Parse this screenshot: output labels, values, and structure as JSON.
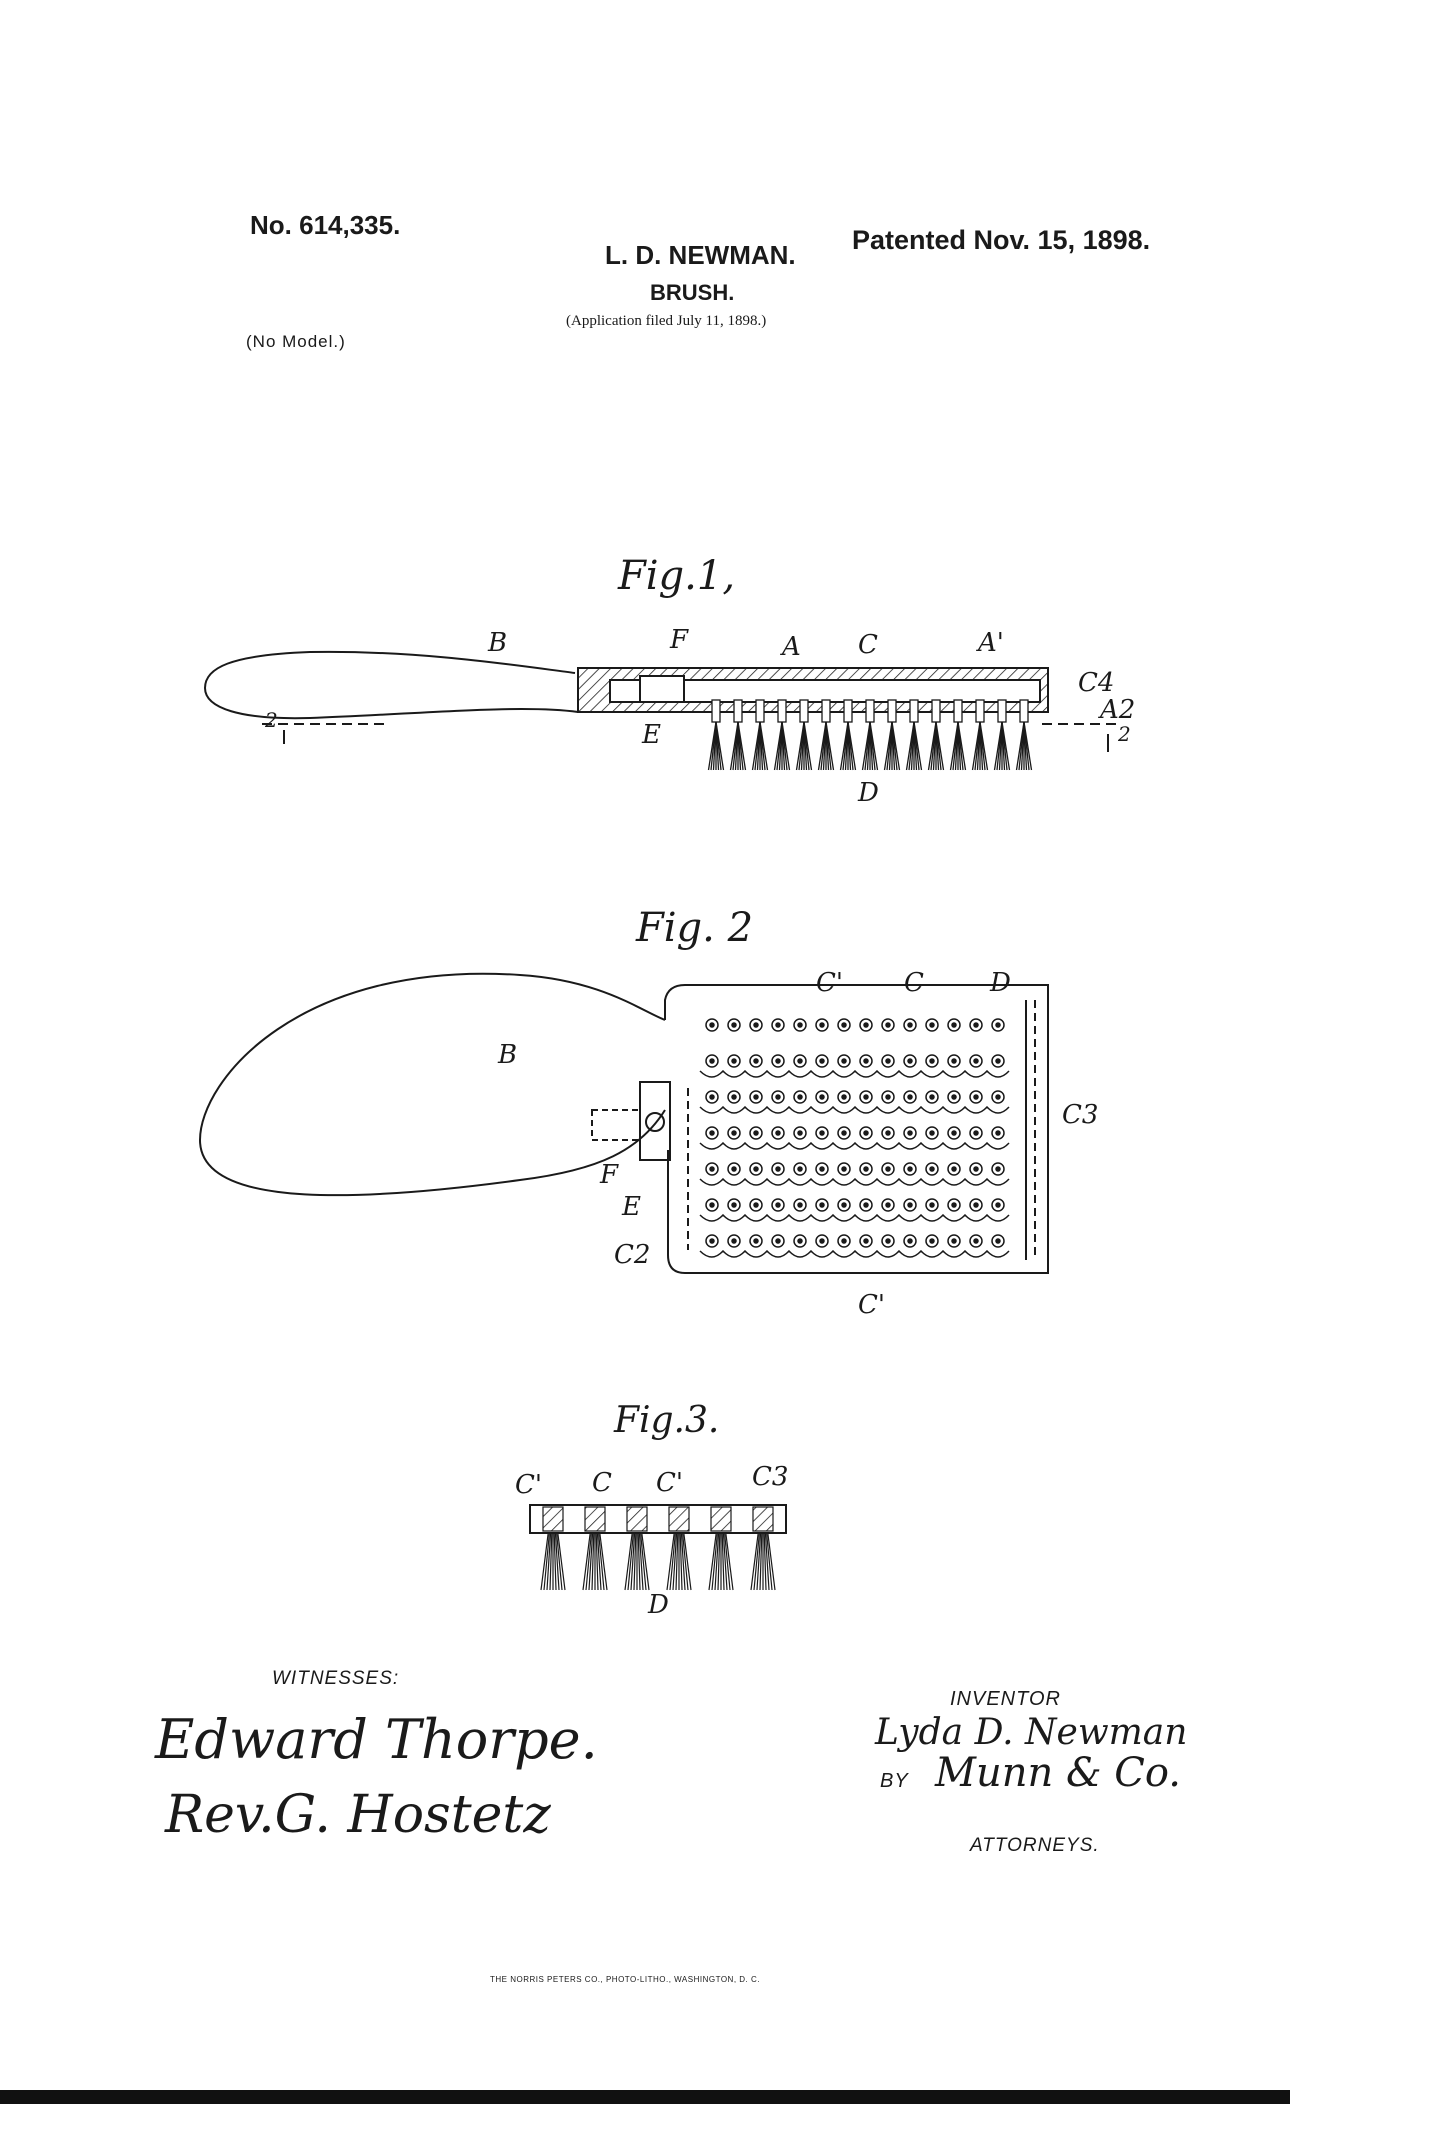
{
  "header": {
    "patent_number": "No. 614,335.",
    "patent_date": "Patented Nov. 15, 1898.",
    "inventor_name": "L. D. NEWMAN.",
    "title": "BRUSH.",
    "application": "(Application filed July 11, 1898.)",
    "model": "(No Model.)"
  },
  "figures": {
    "fig1": {
      "caption": "Fig.1,",
      "labels": {
        "B": "B",
        "F": "F",
        "A": "A",
        "C": "C",
        "A1": "A'",
        "C4": "C4",
        "A2": "A2",
        "E": "E",
        "D": "D",
        "sec_left": "2",
        "sec_right": "2"
      }
    },
    "fig2": {
      "caption": "Fig. 2",
      "labels": {
        "C1_top": "C'",
        "C_top": "C",
        "D_top": "D",
        "B": "B",
        "C3": "C3",
        "F": "F",
        "E": "E",
        "C2": "C2",
        "C1_bottom": "C'"
      }
    },
    "fig3": {
      "caption": "Fig.3.",
      "labels": {
        "C1_a": "C'",
        "C": "C",
        "C1_b": "C'",
        "C3": "C3",
        "D": "D"
      }
    }
  },
  "footer": {
    "witnesses_label": "WITNESSES:",
    "witness_1": "Edward Thorpe.",
    "witness_2": "Rev.G. Hostetz",
    "inventor_label": "INVENTOR",
    "inventor_signature": "Lyda D. Newman",
    "by_label": "BY",
    "attorney_signature": "Munn & Co.",
    "attorneys_label": "ATTORNEYS.",
    "printer": "THE NORRIS PETERS CO., PHOTO-LITHO., WASHINGTON, D. C."
  }
}
